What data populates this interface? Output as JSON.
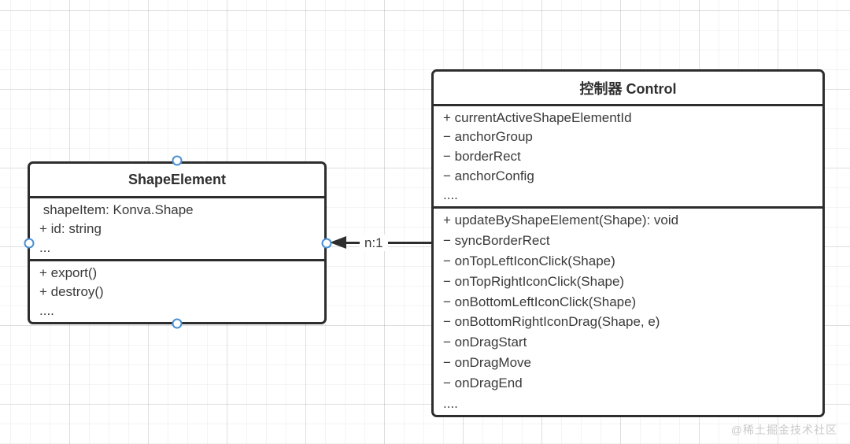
{
  "diagram": {
    "type": "uml-class-diagram",
    "classes": [
      {
        "name": "ShapeElement",
        "fields": [
          " shapeItem: Konva.Shape",
          "+ id: string",
          "..."
        ],
        "methods": [
          "+ export()",
          "+ destroy()",
          "...."
        ]
      },
      {
        "name": "控制器 Control",
        "fields": [
          "+ currentActiveShapeElementId",
          "− anchorGroup",
          "− borderRect",
          "− anchorConfig",
          "...."
        ],
        "methods": [
          "+ updateByShapeElement(Shape): void",
          "− syncBorderRect",
          "− onTopLeftIconClick(Shape)",
          "− onTopRightIconClick(Shape)",
          "− onBottomLeftIconClick(Shape)",
          "− onBottomRightIconDrag(Shape, e)",
          "− onDragStart",
          "− onDragMove",
          "− onDragEnd",
          "...."
        ]
      }
    ],
    "relation": {
      "label": "n:1",
      "from": "控制器 Control",
      "to": "ShapeElement",
      "arrow_style": "solid-line-filled-arrowhead-pointing-left"
    },
    "colors": {
      "box_border": "#2d2d2d",
      "text": "#3a3a3a",
      "anchor_stroke": "#4a8fd4",
      "anchor_fill": "#ffffff",
      "grid_line": "#ebebeb",
      "background": "#ffffff",
      "watermark": "#c9c9c9"
    }
  },
  "watermark": {
    "text": "@稀土掘金技术社区"
  }
}
